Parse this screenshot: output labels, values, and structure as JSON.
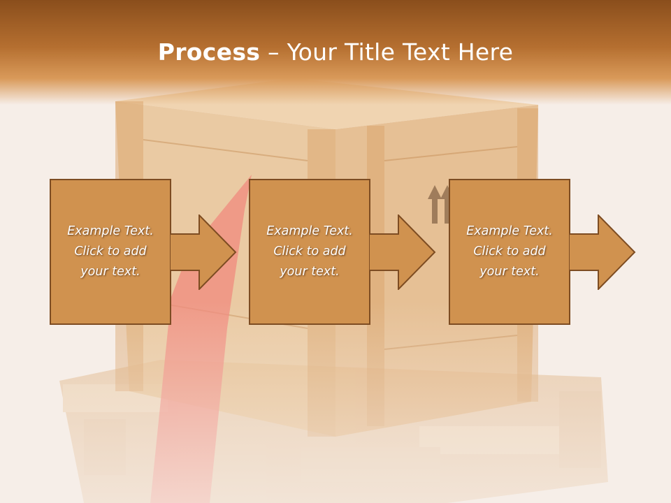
{
  "title": {
    "bold": "Process",
    "rest": " – Your Title Text Here"
  },
  "steps": [
    {
      "text": "Example Text.\nClick  to add\nyour text."
    },
    {
      "text": "Example Text.\nClick  to add\nyour text."
    },
    {
      "text": "Example Text.\nClick  to add\nyour text."
    }
  ],
  "colors": {
    "header_dark": "#8a4e1c",
    "box_fill": "#d0924f",
    "box_border": "#7d4c22",
    "text": "#ffffff"
  }
}
